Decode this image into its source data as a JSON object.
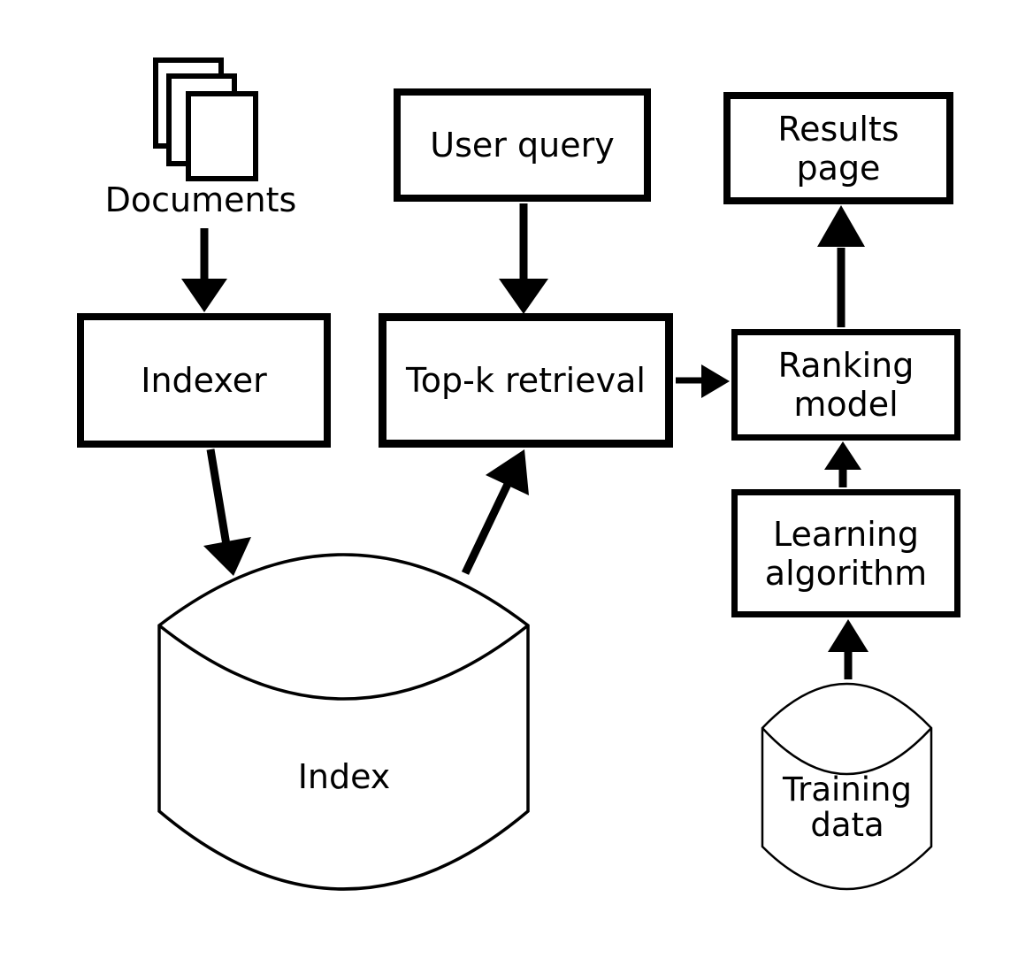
{
  "diagram": {
    "colors": {
      "background": "#ffffff",
      "stroke": "#000000",
      "node_fill": "#ffffff",
      "text": "#000000"
    },
    "nodes": {
      "documents": {
        "type": "document-stack",
        "label": "Documents"
      },
      "user_query": {
        "type": "box",
        "label": "User query"
      },
      "results_page": {
        "type": "box",
        "label": "Results\npage"
      },
      "indexer": {
        "type": "box",
        "label": "Indexer"
      },
      "top_k_retrieval": {
        "type": "box",
        "label": "Top-k retrieval"
      },
      "ranking_model": {
        "type": "box",
        "label": "Ranking\nmodel"
      },
      "learning_algorithm": {
        "type": "box",
        "label": "Learning\nalgorithm"
      },
      "index": {
        "type": "datastore",
        "label": "Index"
      },
      "training_data": {
        "type": "datastore",
        "label": "Training\ndata"
      }
    },
    "edges": [
      {
        "from": "documents",
        "to": "indexer"
      },
      {
        "from": "user_query",
        "to": "top_k_retrieval"
      },
      {
        "from": "indexer",
        "to": "index"
      },
      {
        "from": "index",
        "to": "top_k_retrieval"
      },
      {
        "from": "top_k_retrieval",
        "to": "ranking_model"
      },
      {
        "from": "ranking_model",
        "to": "results_page"
      },
      {
        "from": "learning_algorithm",
        "to": "ranking_model"
      },
      {
        "from": "training_data",
        "to": "learning_algorithm"
      }
    ]
  }
}
